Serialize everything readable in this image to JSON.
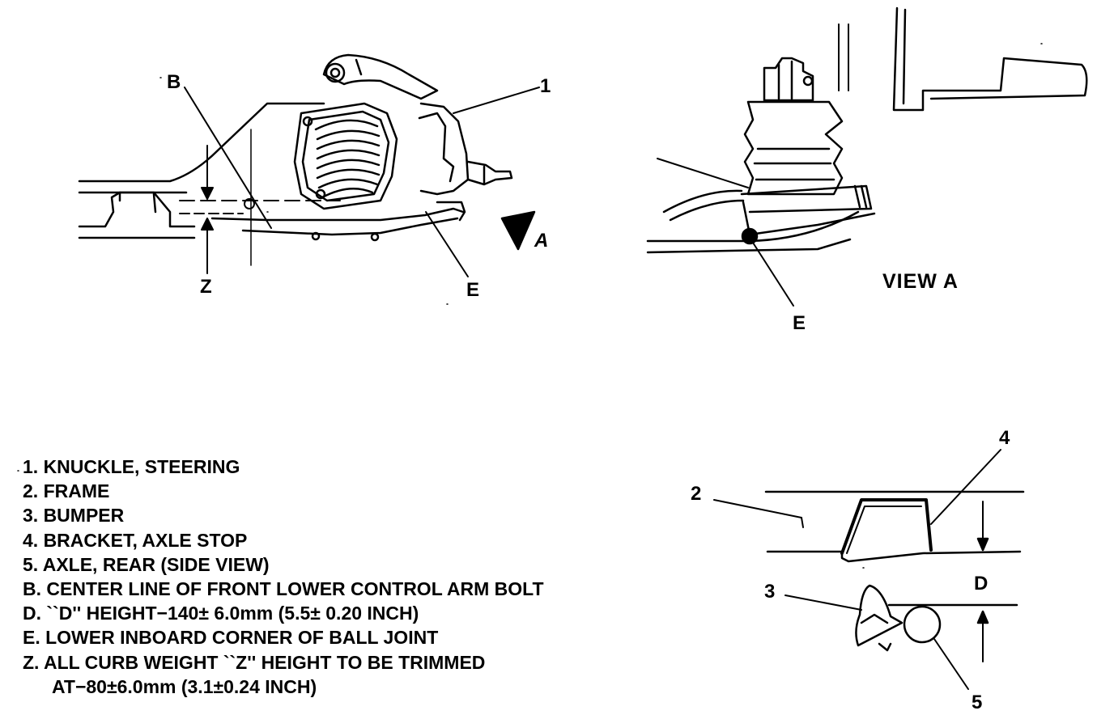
{
  "callouts": {
    "main": {
      "b": "B",
      "one": "1",
      "z": "Z",
      "e": "E",
      "a": "A"
    },
    "view_a": {
      "title": "VIEW  A",
      "e": "E"
    },
    "detail": {
      "two": "2",
      "three": "3",
      "four": "4",
      "five": "5",
      "d": "D"
    }
  },
  "legend": [
    "1. KNUCKLE, STEERING",
    "2. FRAME",
    "3. BUMPER",
    "4. BRACKET, AXLE STOP",
    "5. AXLE, REAR (SIDE VIEW)",
    "B. CENTER LINE OF FRONT LOWER CONTROL ARM BOLT",
    "D. ``D'' HEIGHT−140± 6.0mm (5.5± 0.20 INCH)",
    "E. LOWER INBOARD CORNER OF BALL JOINT",
    "Z. ALL CURB WEIGHT ``Z'' HEIGHT TO BE TRIMMED"
  ],
  "legend_continuation": "AT−80±6.0mm (3.1±0.24 INCH)"
}
